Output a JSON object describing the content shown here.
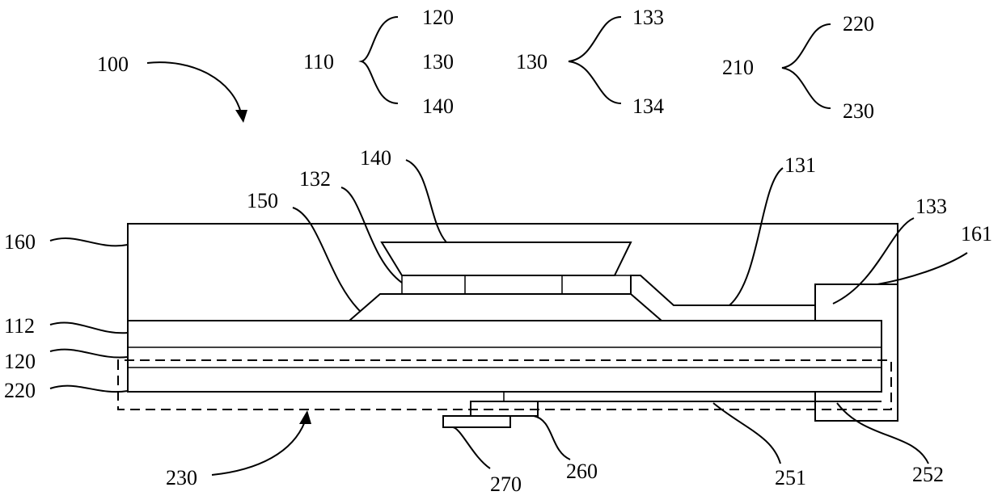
{
  "figure": {
    "overall_ref": "100",
    "groups": [
      {
        "parent": "110",
        "children": [
          "120",
          "130",
          "140"
        ]
      },
      {
        "parent": "130",
        "children": [
          "133",
          "134"
        ]
      },
      {
        "parent": "210",
        "children": [
          "220",
          "230"
        ]
      }
    ],
    "labels": {
      "l160": "160",
      "l112": "112",
      "l120": "120",
      "l220": "220",
      "l230": "230",
      "l150": "150",
      "l132": "132",
      "l140": "140",
      "l131": "131",
      "l133": "133",
      "l161": "161",
      "l270": "270",
      "l260": "260",
      "l251": "251",
      "l252": "252"
    }
  }
}
